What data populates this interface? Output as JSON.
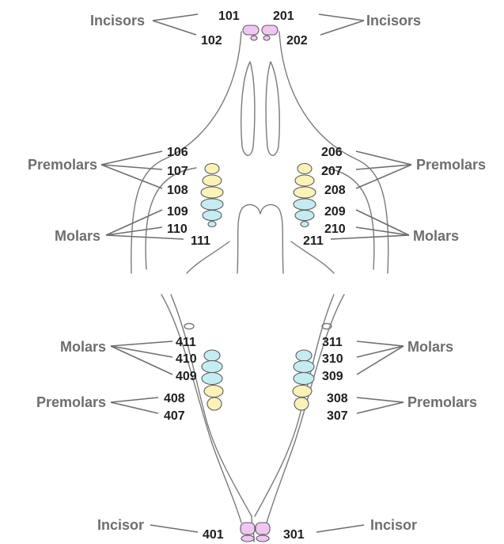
{
  "colors": {
    "incisor": "#f2c6f2",
    "premolar": "#fbf2b8",
    "molar": "#c4ecf2"
  },
  "group_labels": {
    "upper_left_incisors": "Incisors",
    "upper_right_incisors": "Incisors",
    "upper_left_premolars": "Premolars",
    "upper_right_premolars": "Premolars",
    "upper_left_molars": "Molars",
    "upper_right_molars": "Molars",
    "lower_left_molars": "Molars",
    "lower_right_molars": "Molars",
    "lower_left_premolars": "Premolars",
    "lower_right_premolars": "Premolars",
    "lower_left_incisor": "Incisor",
    "lower_right_incisor": "Incisor"
  },
  "tooth_numbers": {
    "t101": "101",
    "t102": "102",
    "t201": "201",
    "t202": "202",
    "t106": "106",
    "t107": "107",
    "t108": "108",
    "t109": "109",
    "t110": "110",
    "t111": "111",
    "t206": "206",
    "t207": "207",
    "t208": "208",
    "t209": "209",
    "t210": "210",
    "t211": "211",
    "t411": "411",
    "t410": "410",
    "t409": "409",
    "t408": "408",
    "t407": "407",
    "t401": "401",
    "t311": "311",
    "t310": "310",
    "t309": "309",
    "t308": "308",
    "t307": "307",
    "t301": "301"
  }
}
